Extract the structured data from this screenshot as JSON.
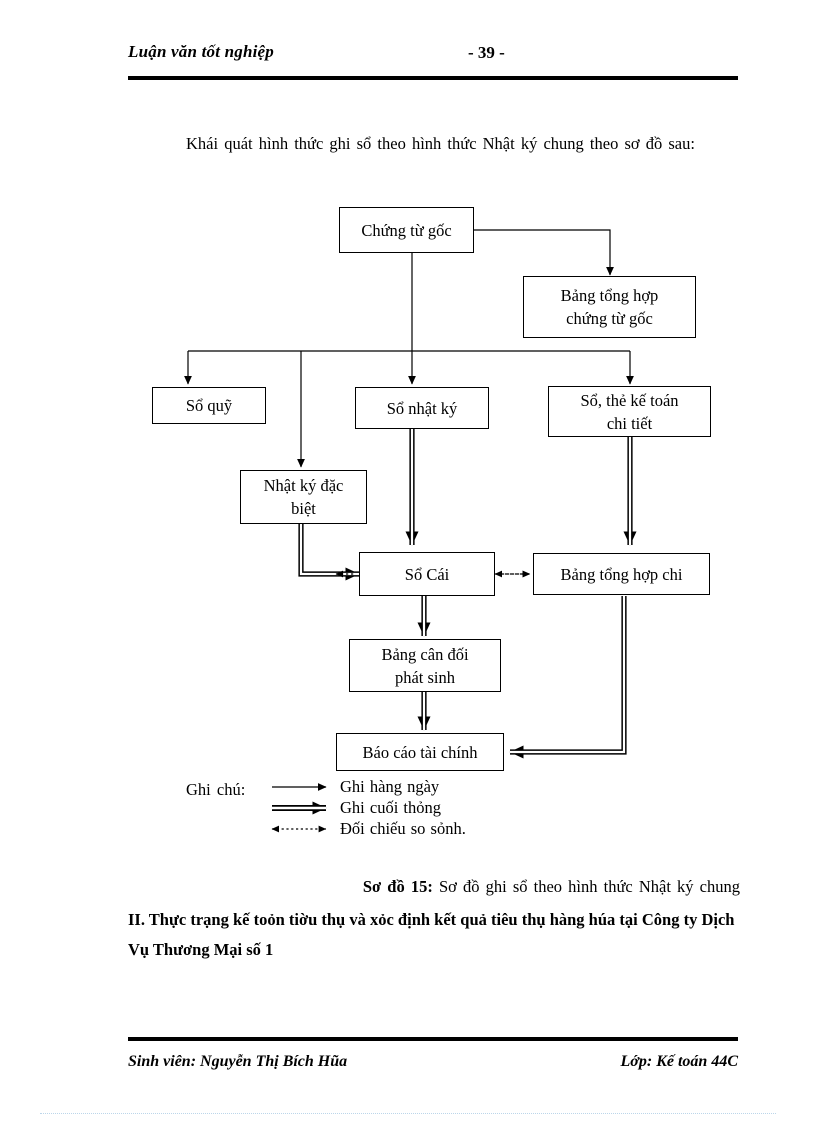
{
  "header": {
    "title": "Luận văn tốt nghiệp",
    "page_number": "- 39 -"
  },
  "body": {
    "intro": "Khái quát hình thức ghi sổ theo hình thức Nhật ký chung theo sơ đồ sau:",
    "caption_label": "Sơ đồ 15:",
    "caption_text": "Sơ đồ ghi sổ theo hình thức Nhật ký chung",
    "heading": "II. Thực trạng kế toỏn tiờu thụ và xỏc định kết quả tiêu thụ hàng húa tại Công ty Dịch Vụ Thương Mại số 1"
  },
  "diagram": {
    "boxes": [
      {
        "id": "chung-tu-goc",
        "label": "Chứng từ gốc"
      },
      {
        "id": "bang-tong-hop-chung-tu-goc",
        "line1": "Bảng tổng hợp",
        "line2": "chứng từ gốc"
      },
      {
        "id": "so-quy",
        "label": "Sổ quỹ"
      },
      {
        "id": "so-nhat-ky",
        "label": "Sổ nhật ký"
      },
      {
        "id": "so-the-ke-toan-chi-tiet",
        "line1": "Sổ, thẻ kế toán",
        "line2": "chi tiết"
      },
      {
        "id": "nhat-ky-dac-biet",
        "line1": "Nhật ký đặc",
        "line2": "biệt"
      },
      {
        "id": "so-cai",
        "label": "Sổ Cái"
      },
      {
        "id": "bang-tong-hop-chi",
        "label": "Bảng tổng hợp chi"
      },
      {
        "id": "bang-can-doi-phat-sinh",
        "line1": "Bảng cân đối",
        "line2": "phát sinh"
      },
      {
        "id": "bao-cao-tai-chinh",
        "label": "Báo cáo tài chính"
      }
    ],
    "legend": {
      "label": "Ghi chú:",
      "items": [
        {
          "arrow": "thin-solid-arrow",
          "text": "Ghi hàng ngày"
        },
        {
          "arrow": "thick-double-arrow",
          "text": "Ghi cuối thỏng"
        },
        {
          "arrow": "dotted-bidirectional-arrow",
          "text": "Đối chiếu so sỏnh."
        }
      ]
    }
  },
  "footer": {
    "student": "Sinh viên: Nguyễn Thị Bích Hũa",
    "class": "Lớp: Kế toán 44C"
  },
  "colors": {
    "ink": "#000000",
    "paper": "#ffffff",
    "page_edge": "#bcd6ea"
  }
}
